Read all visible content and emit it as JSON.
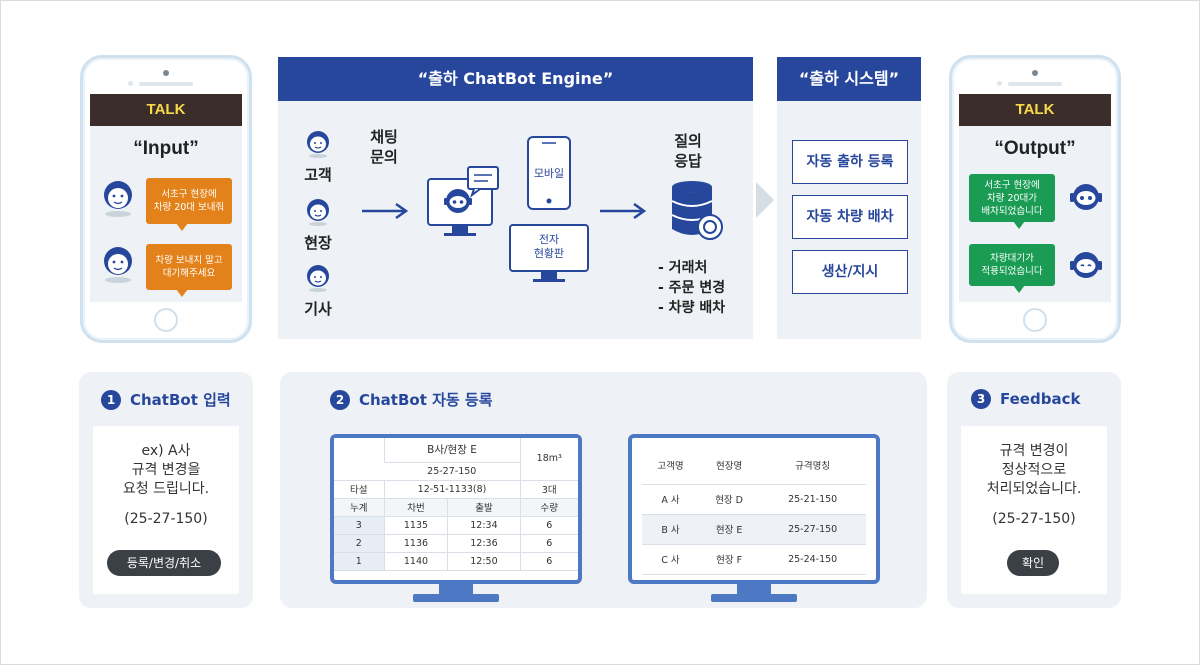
{
  "input_phone": {
    "talk": "TALK",
    "title": "“Input”",
    "bubbles": [
      "서초구 현장에\n차량 20대 보내줘",
      "차량 보내지 말고\n대기해주세요"
    ]
  },
  "output_phone": {
    "talk": "TALK",
    "title": "“Output”",
    "bubbles": [
      "서초구 현장에\n차량 20대가\n배차되었습니다",
      "차량대기가\n적용되었습니다"
    ]
  },
  "engine": {
    "title": "“출하 ChatBot Engine”",
    "users": [
      "고객",
      "현장",
      "기사"
    ],
    "inquiry": "채팅\n문의",
    "mobile": "모바일",
    "board": "전자\n현황판",
    "answer": "질의\n응답",
    "bullets": [
      "- 거래처",
      "- 주문 변경",
      "- 차량 배차"
    ]
  },
  "system": {
    "title": "“출하 시스템”",
    "boxes": [
      "자동 출하 등록",
      "자동 차량 배차",
      "생산/지시"
    ]
  },
  "step1": {
    "num": "1",
    "title": "ChatBot 입력",
    "message": "ex) A사\n규격 변경을\n요청 드립니다.",
    "code": "(25-27-150)",
    "button": "등록/변경/취소"
  },
  "step2": {
    "num": "2",
    "title": "ChatBot 자동 등록",
    "table1": {
      "header": "B사/현장 E",
      "spec": "25-27-150",
      "volume": "18m³",
      "info_label": "타설",
      "info_value": "12-51-1133(8)",
      "info_count": "3대",
      "columns": [
        "누계",
        "차번",
        "출발",
        "수량"
      ],
      "rows": [
        [
          "3",
          "1135",
          "12:34",
          "6"
        ],
        [
          "2",
          "1136",
          "12:36",
          "6"
        ],
        [
          "1",
          "1140",
          "12:50",
          "6"
        ]
      ]
    },
    "table2": {
      "columns": [
        "고객명",
        "현장명",
        "규격명칭"
      ],
      "rows": [
        [
          "A 사",
          "현장 D",
          "25-21-150"
        ],
        [
          "B 사",
          "현장 E",
          "25-27-150"
        ],
        [
          "C 사",
          "현장 F",
          "25-24-150"
        ]
      ]
    }
  },
  "step3": {
    "num": "3",
    "title": "Feedback",
    "message": "규격 변경이\n정상적으로\n처리되었습니다.",
    "code": "(25-27-150)",
    "button": "확인"
  }
}
